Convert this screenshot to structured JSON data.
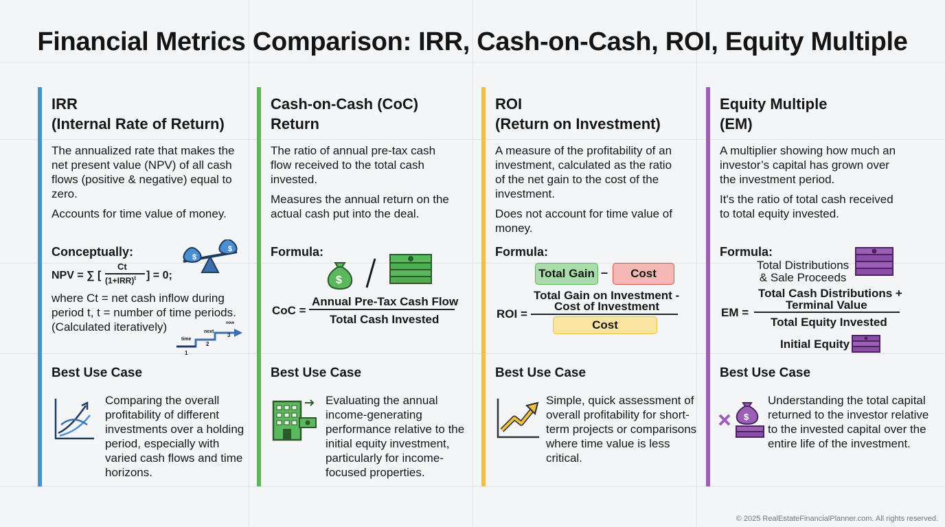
{
  "title": "Financial Metrics Comparison: IRR, Cash-on-Cash, ROI, Equity Multiple",
  "colors": {
    "irr": "#4a8fd4",
    "coc": "#5cb85c",
    "roi": "#f0c040",
    "em": "#9b5fb5"
  },
  "irr": {
    "heading_line1": "IRR",
    "heading_line2": "(Internal Rate of Return)",
    "desc1": "The annualized rate that makes the net present value (NPV) of all cash flows (positive & negative) equal to zero.",
    "desc2": "Accounts for time value of money.",
    "conceptually_label": "Conceptually:",
    "formula_prefix": "NPV = ∑ [",
    "formula_num": "Ct",
    "formula_den": "(1+IRR)",
    "formula_den_exp": "t",
    "formula_suffix": "] = 0;",
    "where": "where Ct = net cash inflow during period t, t = number of time periods. (Calculated iteratively)",
    "timeline_time": "time",
    "timeline_next": "next",
    "timeline_now": "now",
    "timeline_1": "1",
    "timeline_2": "2",
    "timeline_3": "3",
    "best_title": "Best Use Case",
    "best_text": "Comparing the overall profitability of different investments over a holding period, especially with varied cash flows and time horizons."
  },
  "coc": {
    "heading_line1": "Cash-on-Cash (CoC)",
    "heading_line2": "Return",
    "desc1": "The ratio of annual pre-tax cash flow received to the total cash invested.",
    "desc2": "Measures the annual return on the actual cash put into the deal.",
    "formula_label": "Formula:",
    "formula_lhs": "CoC =",
    "formula_num": "Annual Pre-Tax Cash Flow",
    "formula_den": "Total Cash Invested",
    "best_title": "Best Use Case",
    "best_text": "Evaluating the annual income-generating performance relative to the initial equity investment, particularly for income-focused properties."
  },
  "roi": {
    "heading_line1": "ROI",
    "heading_line2": "(Return on Investment)",
    "desc1": "A measure of the profitability of an investment, calculated as the ratio of the net gain to the cost of the investment.",
    "desc2": "Does not account for time value of money.",
    "formula_label": "Formula:",
    "chip_gain": "Total Gain",
    "chip_minus": "–",
    "chip_cost": "Cost",
    "formula_lhs": "ROI =",
    "formula_num1": "Total Gain on Investment -",
    "formula_num2": "Cost of Investment",
    "formula_den": "Cost",
    "best_title": "Best Use Case",
    "best_text": "Simple, quick assessment of overall profitability for short-term projects or comparisons where time value is less critical."
  },
  "em": {
    "heading_line1": "Equity Multiple",
    "heading_line2": "(EM)",
    "desc1": "A multiplier showing how much an investor’s capital has grown over the investment period.",
    "desc2": "It's the ratio of total cash received to total equity invested.",
    "formula_label": "Formula:",
    "dist1": "Total Distributions",
    "dist2": "& Sale Proceeds",
    "formula_lhs": "EM =",
    "formula_num1": "Total Cash Distributions +",
    "formula_num2": "Terminal Value",
    "formula_den": "Total Equity Invested",
    "initial_equity": "Initial Equity",
    "best_title": "Best Use Case",
    "best_text": "Understanding the total capital returned to the investor relative to the invested capital over the entire life of the investment."
  },
  "footer": "© 2025 RealEstateFinancialPlanner.com. All rights reserved."
}
